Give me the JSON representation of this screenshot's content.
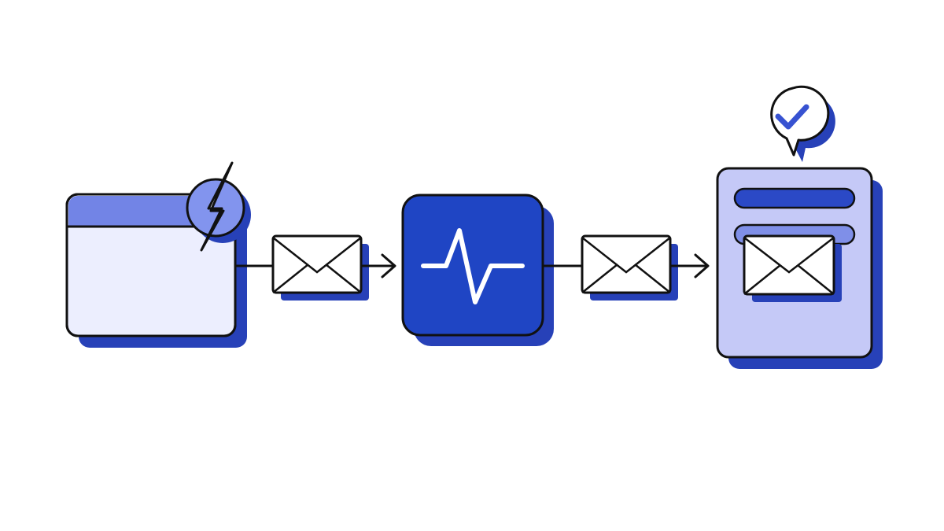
{
  "colors": {
    "background": "#ffffff",
    "outline": "#111111",
    "shadow": "#2741b8",
    "accent_blue": "#1f45c4",
    "header_blue": "#7284e6",
    "window_fill": "#eceefe",
    "badge_fill": "#8294ee",
    "document_fill": "#c5c9f7",
    "document_bar": "#2b49c6",
    "document_bar_light": "#7f8fe8",
    "envelope_fill": "#ffffff",
    "pulse_line": "#ffffff",
    "check_mark": "#3752d1"
  },
  "nodes": [
    {
      "id": "source-window",
      "icon": "lightning-bolt-icon"
    },
    {
      "id": "processing-service",
      "icon": "pulse-icon"
    },
    {
      "id": "inbox-document",
      "icon": "checkmark-bubble-icon"
    }
  ],
  "flow": [
    {
      "from": "source-window",
      "to": "processing-service",
      "carrier": "envelope-icon"
    },
    {
      "from": "processing-service",
      "to": "inbox-document",
      "carrier": "envelope-icon"
    }
  ]
}
